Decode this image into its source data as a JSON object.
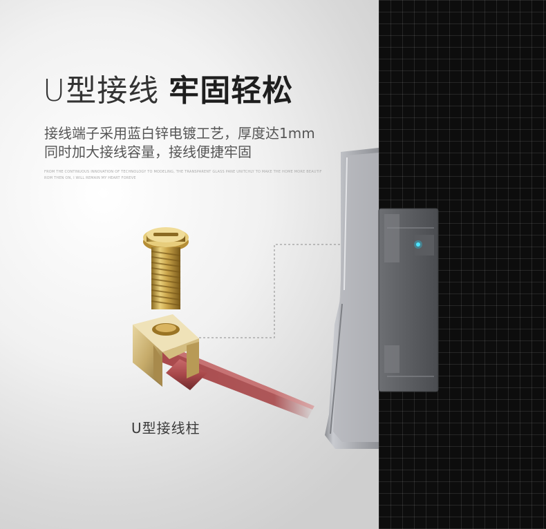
{
  "headline": {
    "light": "U型接线",
    "bold": "牢固轻松"
  },
  "description": {
    "line1": "接线端子采用蓝白锌电镀工艺，厚度达1mm",
    "line2": "同时加大接线容量，接线便捷牢固"
  },
  "fine_print": {
    "line1": "FROM THE CONTINUOUS INNOVATION OF TECHNOLOGY TO MODELING, THE TRANSPARENT GLASS PANE UNITCHLY TO MAKE THE HOME MORE BEAUTIF",
    "line2": "ROM THEN ON, I WILL REMAIN MY HEART FOREVE"
  },
  "part_label": "U型接线柱",
  "colors": {
    "background_right": "#0d0d0d",
    "wire": "#a8484a",
    "brass": "#c9a44a",
    "switch_plate": "#a9abb0",
    "led": "#25c8e8"
  }
}
